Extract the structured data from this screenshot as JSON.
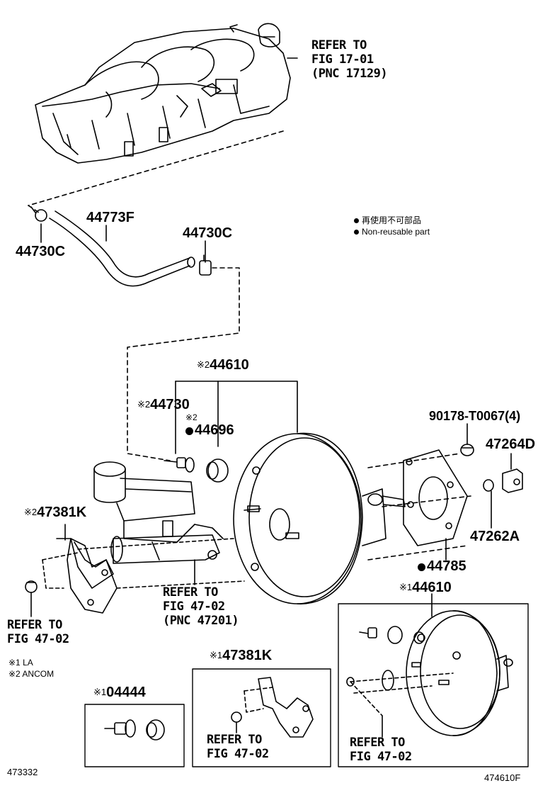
{
  "diagram": {
    "refs": {
      "intake": [
        "REFER TO",
        "FIG 17-01",
        "(PNC 17129)"
      ],
      "master_cyl": [
        "REFER TO",
        "FIG 47-02",
        "(PNC 47201)"
      ],
      "bracket": [
        "REFER TO",
        "FIG 47-02"
      ],
      "inset_la": [
        "REFER TO",
        "FIG 47-02"
      ],
      "inset_booster": [
        "REFER TO",
        "FIG 47-02"
      ]
    },
    "parts": {
      "p44730C_left": "44730C",
      "p44773F": "44773F",
      "p44730C_right": "44730C",
      "p44610_main": {
        "mark": "※2",
        "num": "44610"
      },
      "p44730": {
        "mark": "※2",
        "num": "44730"
      },
      "p44696_mark": "※2",
      "p44696": "44696",
      "p90178": "90178-T0067(4)",
      "p47264D": "47264D",
      "p47381K_main": {
        "mark": "※2",
        "num": "47381K"
      },
      "p47262A": "47262A",
      "p44785": "44785",
      "p44610_la": {
        "mark": "※1",
        "num": "44610"
      },
      "p47381K_la": {
        "mark": "※1",
        "num": "47381K"
      },
      "p04444": {
        "mark": "※1",
        "num": "04444"
      }
    },
    "legend": {
      "jp": "再使用不可部品",
      "en": "Non-reusable part"
    },
    "variants": [
      "※1 LA",
      "※2 ANCOM"
    ],
    "codes": {
      "left": "473332",
      "right": "474610F"
    }
  }
}
